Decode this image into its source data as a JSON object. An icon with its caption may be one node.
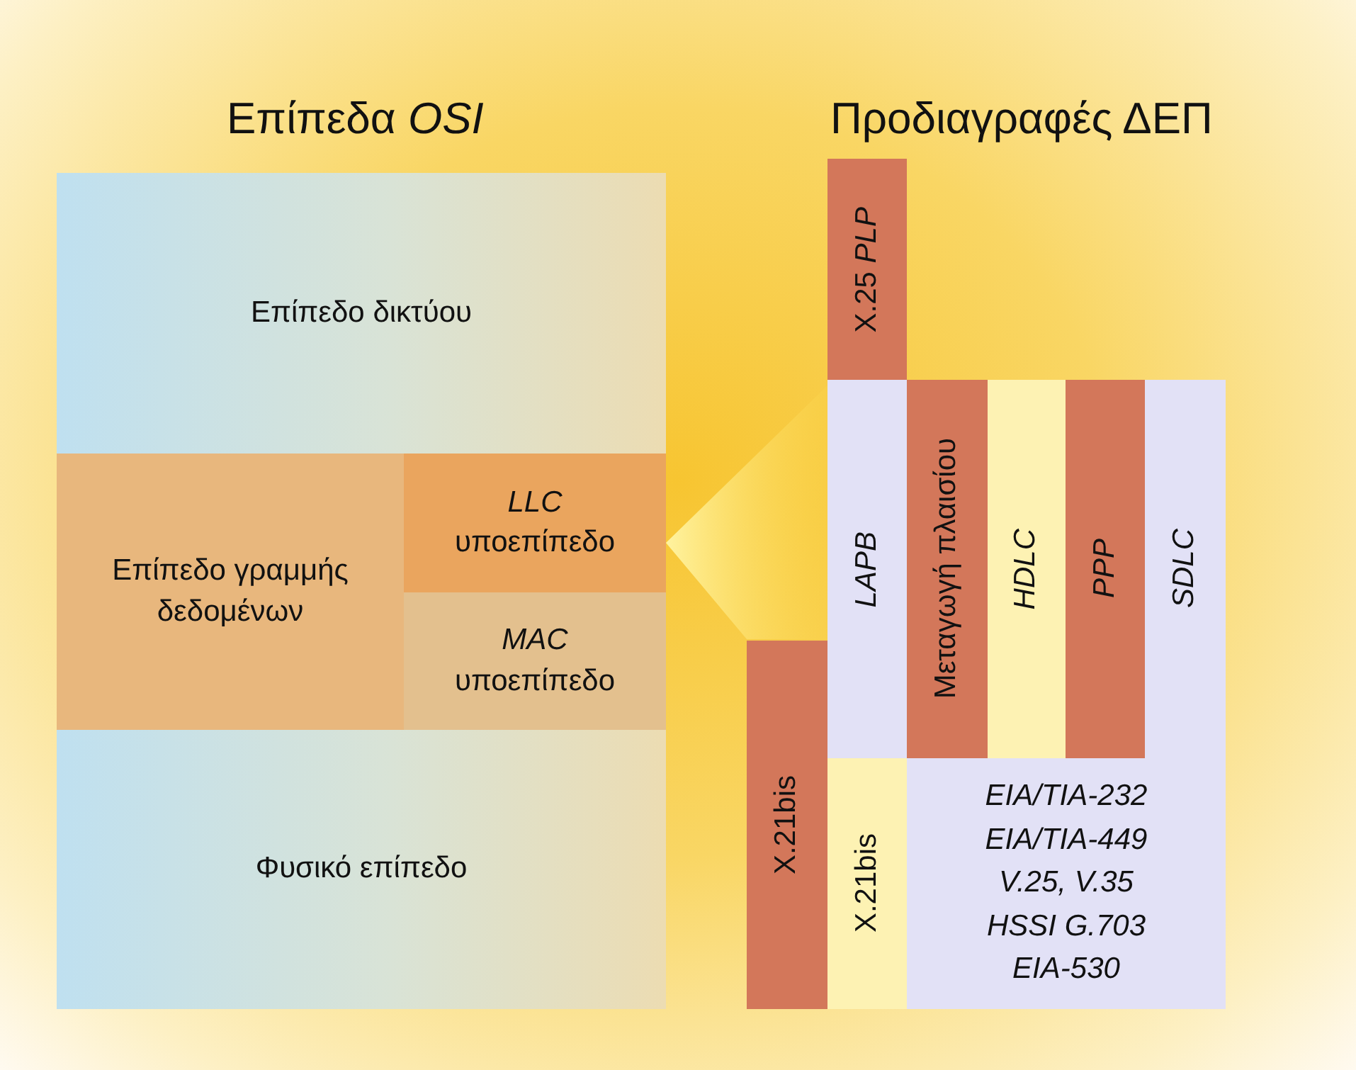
{
  "diagram": {
    "title": "Επίπεδα *OSI*",
    "nodes": [
      {
        "text": [
          "Επίπεδο δικτύου"
        ]
      },
      {
        "text": [
          "Επίπεδο γραμμής δεδομένων"
        ]
      },
      {
        "text": [
          "*LLC* υποεπίπεδο"
        ],
        "in": 1
      },
      {
        "text": [
          "*MAC* υποεπίπεδο"
        ],
        "in": 1
      },
      {
        "text": [
          "Φυσικό επίπεδο"
        ]
      },
      {
        "text": [
          "X.25 *PLP*"
        ]
      },
      {
        "text": [
          "LAPB"
        ]
      },
      {
        "text": [
          "Μεταγωγή πλαισίου"
        ]
      },
      {
        "text": [
          "HDLC"
        ]
      },
      {
        "text": [
          "PPP"
        ]
      },
      {
        "text": [
          "SDLC"
        ]
      },
      {
        "text": [
          "X.21bis"
        ]
      },
      {
        "text": [
          "X.21bis"
        ]
      },
      {
        "text": [
          "EIA/TIA-232",
          "EIA/TIA-449",
          "V.25, V.35",
          "HSSI G.703",
          "EIA-530"
        ]
      },
      {
        "text": [],
        "shape": "triangle"
      }
    ],
    "edges": [],
    "labels": [
      "Προδιαγραφές ΔΕΠ"
    ]
  }
}
